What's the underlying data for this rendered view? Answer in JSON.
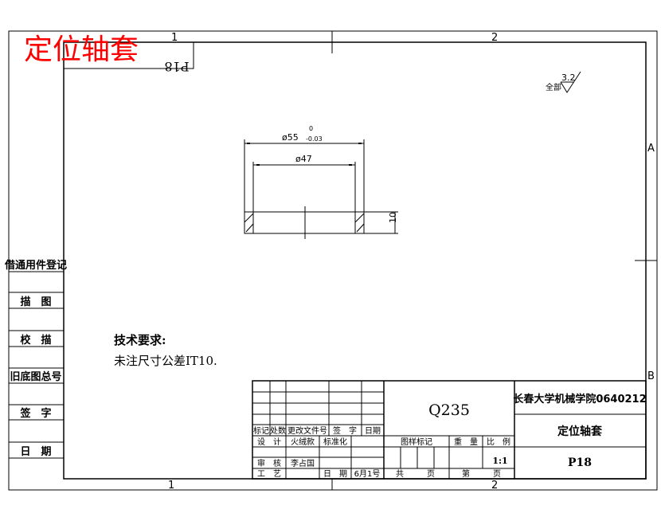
{
  "title_overlay": "定位轴套",
  "drawing_code_flipped": "P18",
  "zones": {
    "top": [
      "1",
      "2"
    ],
    "bottom": [
      "1",
      "2"
    ],
    "right": [
      "A",
      "B"
    ]
  },
  "roughness": {
    "prefix": "全部",
    "value": "3.2"
  },
  "dimensions": {
    "outer_diameter": "ø55",
    "outer_tol_upper": "0",
    "outer_tol_lower": "-0.03",
    "inner_diameter": "ø47",
    "height": "10"
  },
  "tech_requirements": {
    "title": "技术要求:",
    "line1": "未注尺寸公差IT10."
  },
  "left_strip": [
    "借通用件登记",
    "描　图",
    "校　描",
    "旧底图总号",
    "签　字",
    "日　期"
  ],
  "title_block": {
    "material": "Q235",
    "school": "长春大学机械学院0640212",
    "part_name": "定位轴套",
    "drawing_no": "P18",
    "rev_headers": [
      "标记",
      "处数",
      "更改文件号",
      "签　字",
      "日期"
    ],
    "design_label": "设　计",
    "designer": "火绒款",
    "standardize_label": "标准化",
    "review_label": "审　核",
    "reviewer": "李占国",
    "process_label": "工　艺",
    "date_label": "日　期",
    "date_value": "6月1号",
    "sample_mark_label": "图样标记",
    "weight_label": "重　量",
    "scale_label": "比　例",
    "scale_value": "1:1",
    "total_label": "共",
    "page_label": "页",
    "sheet_label": "第",
    "page_label2": "页"
  }
}
